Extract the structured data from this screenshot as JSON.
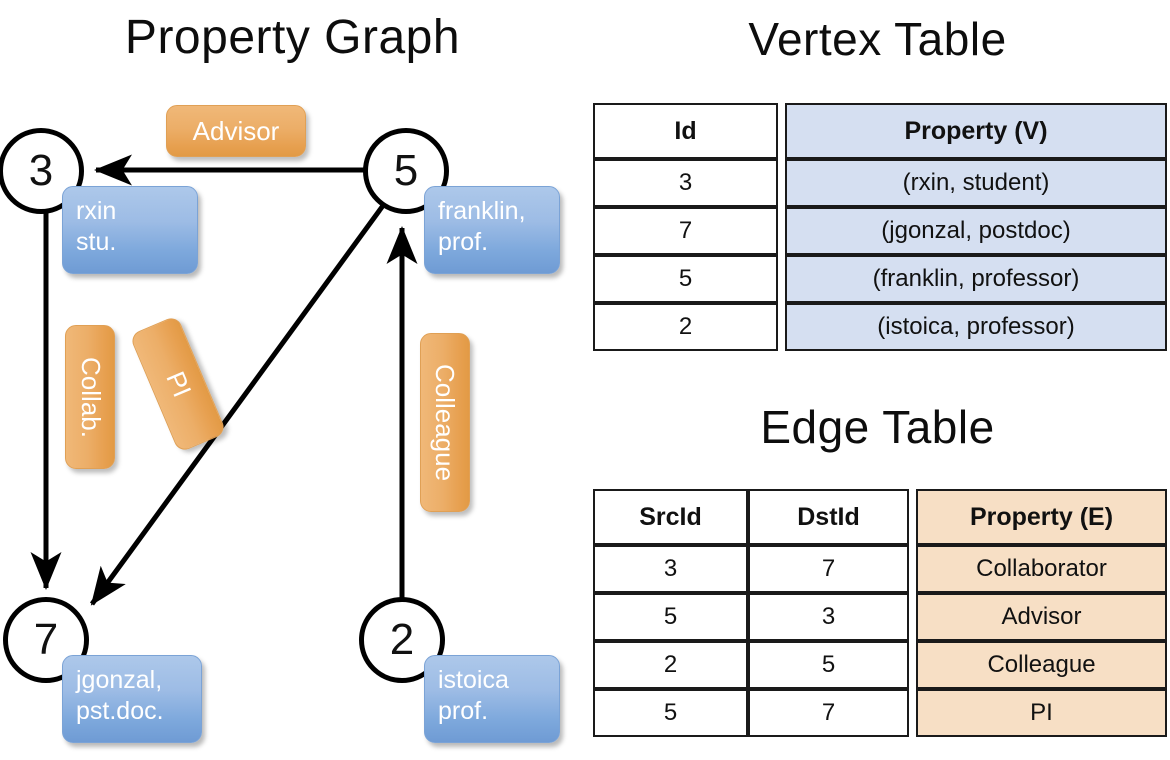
{
  "titles": {
    "graph": "Property Graph",
    "vertex_table": "Vertex Table",
    "edge_table": "Edge Table"
  },
  "graph": {
    "vertices": [
      {
        "id": "3",
        "name": "rxin",
        "role": "stu."
      },
      {
        "id": "5",
        "name": "franklin,",
        "role": "prof."
      },
      {
        "id": "7",
        "name": "jgonzal,",
        "role": "pst.doc."
      },
      {
        "id": "2",
        "name": "istoica",
        "role": "prof."
      }
    ],
    "edge_labels": [
      {
        "label": "Advisor",
        "orientation": "horizontal"
      },
      {
        "label": "Collab.",
        "orientation": "vertical"
      },
      {
        "label": "PI",
        "orientation": "vertical-tilted"
      },
      {
        "label": "Colleague",
        "orientation": "vertical"
      }
    ],
    "edges": [
      {
        "src": "5",
        "dst": "3",
        "label": "Advisor"
      },
      {
        "src": "3",
        "dst": "7",
        "label": "Collab."
      },
      {
        "src": "5",
        "dst": "7",
        "label": "PI"
      },
      {
        "src": "2",
        "dst": "5",
        "label": "Colleague"
      }
    ]
  },
  "vertex_table": {
    "headers": [
      "Id",
      "Property (V)"
    ],
    "rows": [
      {
        "id": "3",
        "property": "(rxin, student)"
      },
      {
        "id": "7",
        "property": "(jgonzal, postdoc)"
      },
      {
        "id": "5",
        "property": "(franklin, professor)"
      },
      {
        "id": "2",
        "property": "(istoica, professor)"
      }
    ]
  },
  "edge_table": {
    "headers": [
      "SrcId",
      "DstId",
      "Property (E)"
    ],
    "rows": [
      {
        "src": "3",
        "dst": "7",
        "property": "Collaborator"
      },
      {
        "src": "5",
        "dst": "3",
        "property": "Advisor"
      },
      {
        "src": "2",
        "dst": "5",
        "property": "Colleague"
      },
      {
        "src": "5",
        "dst": "7",
        "property": "PI"
      }
    ]
  },
  "colors": {
    "vertex_property_fill": "#d5dff1",
    "edge_property_fill": "#f7dfc5",
    "node_box_blue": "#7da8dc",
    "edge_label_orange": "#e7a050",
    "stroke": "#000000"
  }
}
